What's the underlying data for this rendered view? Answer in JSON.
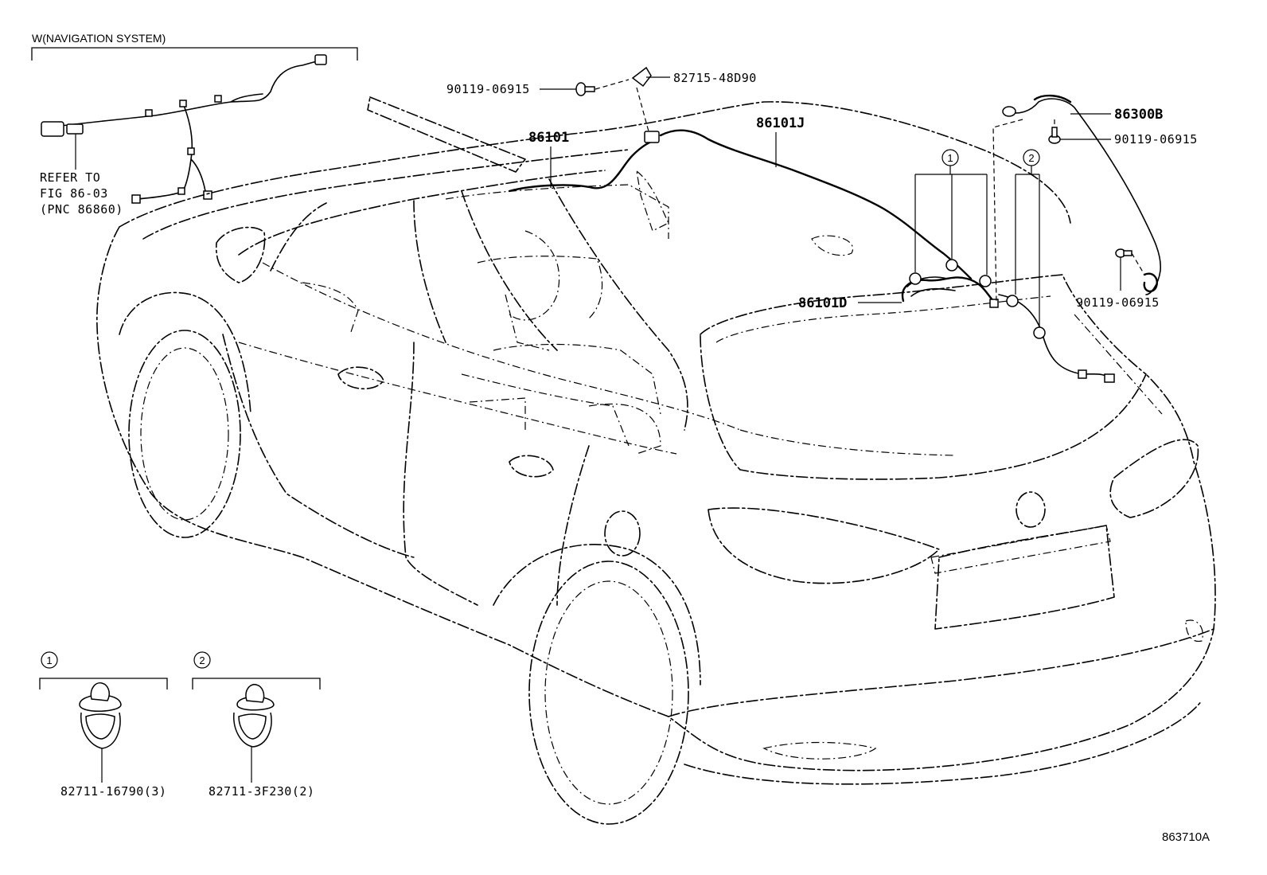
{
  "header": {
    "section_title": "W(NAVIGATION SYSTEM)"
  },
  "refer": {
    "line1": "REFER TO",
    "line2": "FIG 86-03",
    "line3": "(PNC 86860)"
  },
  "callouts": {
    "bolt_top": "90119-06915",
    "clamp_top": "82715-48D90",
    "wire_86101": "86101",
    "wire_86101j": "86101J",
    "antenna_86300b": "86300B",
    "bolt_right_upper": "90119-06915",
    "bolt_right_lower": "90119-06915",
    "wire_86101d": "86101D",
    "clip_1_part": "82711-16790(3)",
    "clip_2_part": "82711-3F230(2)"
  },
  "markers": {
    "m1": "1",
    "m2": "2"
  },
  "figure_code": "863710A"
}
